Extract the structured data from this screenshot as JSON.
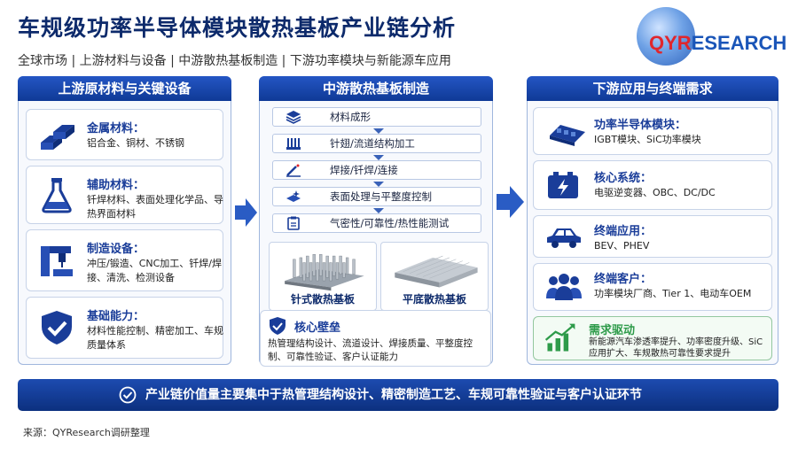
{
  "title": "车规级功率半导体模块散热基板产业链分析",
  "subtitle": "全球市场 | 上游材料与设备 | 中游散热基板制造 | 下游功率模块与新能源车应用",
  "logo": {
    "q": "QY",
    "r": "R",
    "esearch": "ESEARCH"
  },
  "upstream": {
    "heading": "上游原材料与关键设备",
    "cards": [
      {
        "title": "金属材料：",
        "desc": "铝合金、铜材、不锈钢",
        "icon": "metal-ingots-icon"
      },
      {
        "title": "辅助材料：",
        "desc": "钎焊材料、表面处理化学品、导热界面材料",
        "icon": "flask-icon"
      },
      {
        "title": "制造设备：",
        "desc": "冲压/锻造、CNC加工、钎焊/焊接、清洗、检测设备",
        "icon": "machine-icon"
      },
      {
        "title": "基础能力：",
        "desc": "材料性能控制、精密加工、车规质量体系",
        "icon": "shield-check-icon"
      }
    ]
  },
  "midstream": {
    "heading": "中游散热基板制造",
    "steps": [
      {
        "label": "材料成形",
        "icon": "layers-icon"
      },
      {
        "label": "针翅/流道结构加工",
        "icon": "fins-icon"
      },
      {
        "label": "焊接/钎焊/连接",
        "icon": "weld-icon"
      },
      {
        "label": "表面处理与平整度控制",
        "icon": "surface-icon"
      },
      {
        "label": "气密性/可靠性/热性能测试",
        "icon": "clipboard-icon"
      }
    ],
    "products": [
      {
        "label": "针式散热基板"
      },
      {
        "label": "平底散热基板"
      }
    ],
    "core": {
      "title": "核心壁垒",
      "desc": "热管理结构设计、流道设计、焊接质量、平整度控制、可靠性验证、客户认证能力"
    }
  },
  "downstream": {
    "heading": "下游应用与终端需求",
    "cards": [
      {
        "title": "功率半导体模块：",
        "desc": "IGBT模块、SiC功率模块",
        "icon": "power-module-icon"
      },
      {
        "title": "核心系统：",
        "desc": "电驱逆变器、OBC、DC/DC",
        "icon": "battery-icon"
      },
      {
        "title": "终端应用：",
        "desc": "BEV、PHEV",
        "icon": "car-icon"
      },
      {
        "title": "终端客户：",
        "desc": "功率模块厂商、Tier 1、电动车OEM",
        "icon": "users-icon"
      }
    ],
    "demand": {
      "title": "需求驱动",
      "desc": "新能源汽车渗透率提升、功率密度升级、SiC应用扩大、车规散热可靠性要求提升"
    }
  },
  "footer": "产业链价值量主要集中于热管理结构设计、精密制造工艺、车规可靠性验证与客户认证环节",
  "source": "来源：QYResearch调研整理",
  "colors": {
    "primary": "#0f3a96",
    "accent": "#2456c4",
    "green": "#2e9b4a",
    "logo_red": "#e0262d"
  }
}
